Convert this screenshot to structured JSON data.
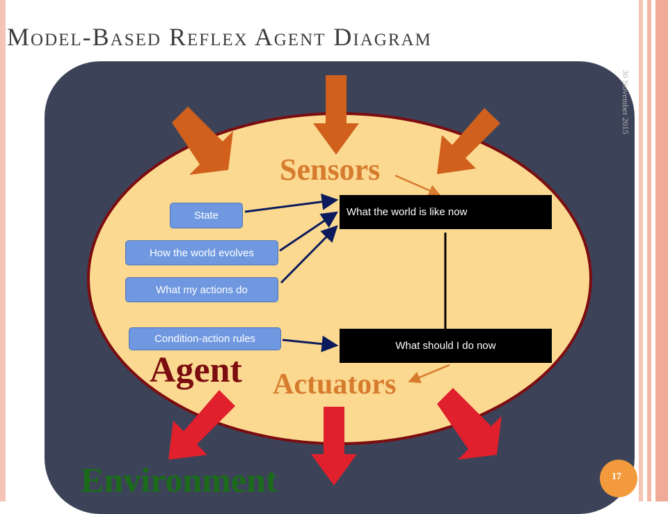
{
  "slide": {
    "title": "Model-Based Reflex Agent Diagram",
    "date": "30 November 2015",
    "page_number": "17"
  },
  "diagram": {
    "labels": {
      "sensors": "Sensors",
      "actuators": "Actuators",
      "agent": "Agent",
      "environment": "Environment"
    },
    "inputs": [
      {
        "id": "state",
        "text": "State"
      },
      {
        "id": "world_evolves",
        "text": "How the world evolves"
      },
      {
        "id": "actions_do",
        "text": "What my actions do"
      },
      {
        "id": "rules",
        "text": "Condition-action rules"
      }
    ],
    "boxes": {
      "world_now": "What the world is like now",
      "action_now": "What should I do now"
    }
  },
  "colors": {
    "environment": "#3c4358",
    "agent_fill": "#fbd991",
    "agent_border": "#7b0c10",
    "sensor_arrow": "#d0601c",
    "actuator_arrow": "#e0202c",
    "input_box": "#6f98e0",
    "connector": "#0b1a5c"
  }
}
